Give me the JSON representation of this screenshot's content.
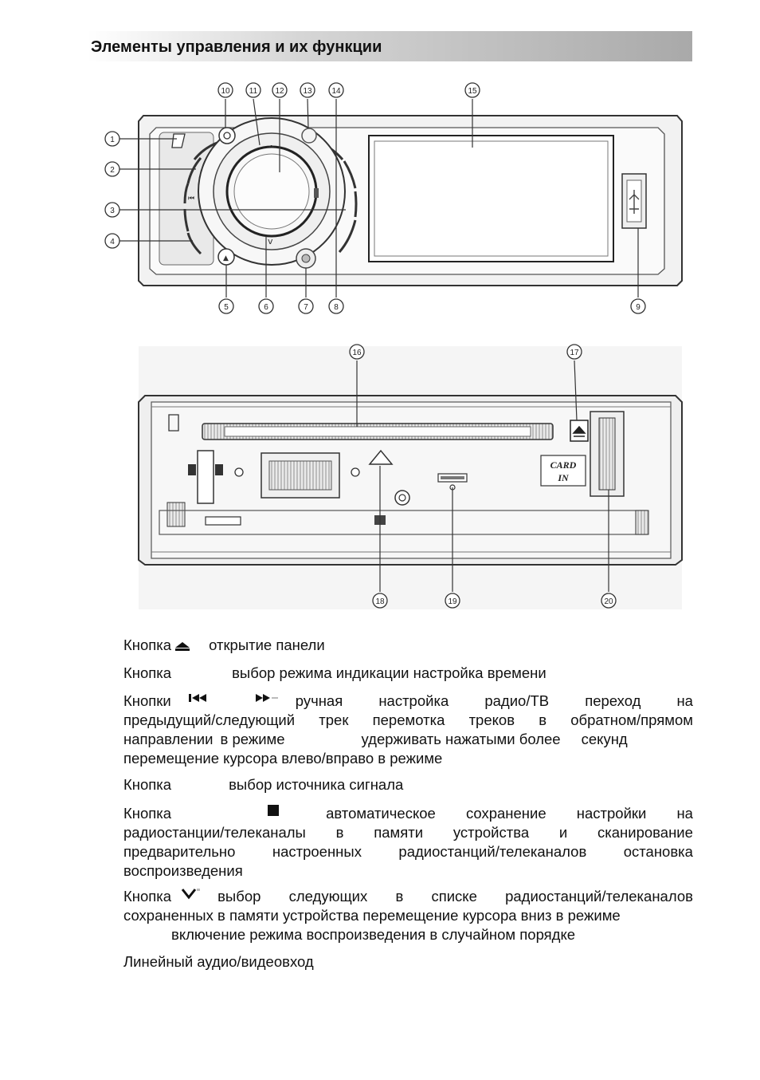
{
  "header": {
    "title": "Элементы управления и их функции"
  },
  "figure": {
    "labels": [
      "1",
      "2",
      "3",
      "4",
      "5",
      "6",
      "7",
      "8",
      "9",
      "10",
      "11",
      "12",
      "13",
      "14",
      "15",
      "16",
      "17",
      "18",
      "19",
      "20"
    ],
    "card_slot_text": [
      "CARD",
      "IN"
    ]
  },
  "descriptions": {
    "p1": {
      "word": "Кнопка",
      "text": "открытие панели"
    },
    "p2": {
      "word": "Кнопка",
      "text": "выбор режима индикации  настройка времени"
    },
    "p3": {
      "l1_a": "Кнопки",
      "l1_b": [
        "ручная",
        "настройка",
        "радио/ТВ",
        "переход",
        "на"
      ],
      "l2": [
        "предыдущий/следующий",
        "трек",
        "перемотка",
        "треков",
        "в",
        "обратном/прямом"
      ],
      "l3": [
        "направлении",
        "в режиме",
        "удерживать нажатыми более",
        "секунд"
      ],
      "l4": "перемещение курсора влево/вправо  в режиме"
    },
    "p4": {
      "word": "Кнопка",
      "text": "выбор источника сигнала"
    },
    "p5": {
      "l1": [
        "Кнопка",
        "автоматическое",
        "сохранение",
        "настройки",
        "на"
      ],
      "l2": [
        "радиостанции/телеканалы",
        "в",
        "памяти",
        "устройства",
        "и",
        "сканирование"
      ],
      "l3": [
        "предварительно",
        "настроенных",
        "радиостанций/телеканалов",
        "остановка"
      ],
      "l4": "воспроизведения"
    },
    "p6": {
      "l1": [
        "Кнопка",
        "выбор",
        "следующих",
        "в",
        "списке",
        "радиостанций/телеканалов"
      ],
      "l2": "сохраненных в памяти устройства  перемещение курсора вниз  в режиме",
      "l3": "включение режима воспроизведения в случайном порядке"
    },
    "p7": {
      "text": "Линейный аудио/видеовход"
    }
  }
}
